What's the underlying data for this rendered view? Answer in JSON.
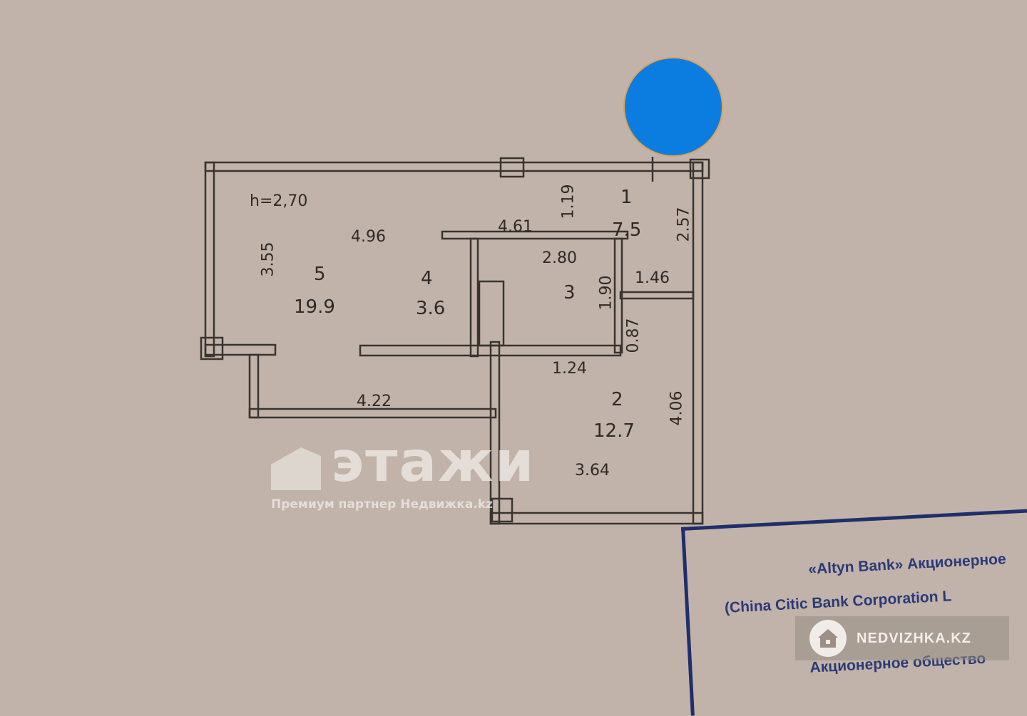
{
  "plan": {
    "ceiling_height": "h=2,70",
    "rooms": [
      {
        "number": "1",
        "area": "7.5"
      },
      {
        "number": "2",
        "area": "12.7"
      },
      {
        "number": "3",
        "area": ""
      },
      {
        "number": "4",
        "area": "3.6"
      },
      {
        "number": "5",
        "area": "19.9"
      }
    ],
    "dimensions": {
      "d355": "3.55",
      "d496": "4.96",
      "d461": "4.61",
      "d119": "1.19",
      "d257": "2.57",
      "d280": "2.80",
      "d146": "1.46",
      "d190": "1.90",
      "d087": "0.87",
      "d124": "1.24",
      "d422": "4.22",
      "d406": "4.06",
      "d364": "3.64"
    },
    "wall_color": "#3a3430",
    "background_color": "#c1b3a9"
  },
  "watermarks": {
    "brand": "этажи",
    "partner": "Премиум партнер Недвижка.kz",
    "badge_label": "NEDVIZHKA.KZ",
    "badge_icon": "house-icon"
  },
  "stamp": {
    "line1": "«Altyn Bank» Акционерное",
    "line2": "(China Citic Bank Corporation L",
    "line3": "Акционерное общество",
    "color": "#1f2f6a"
  },
  "marker": {
    "color": "#0c7de0"
  }
}
